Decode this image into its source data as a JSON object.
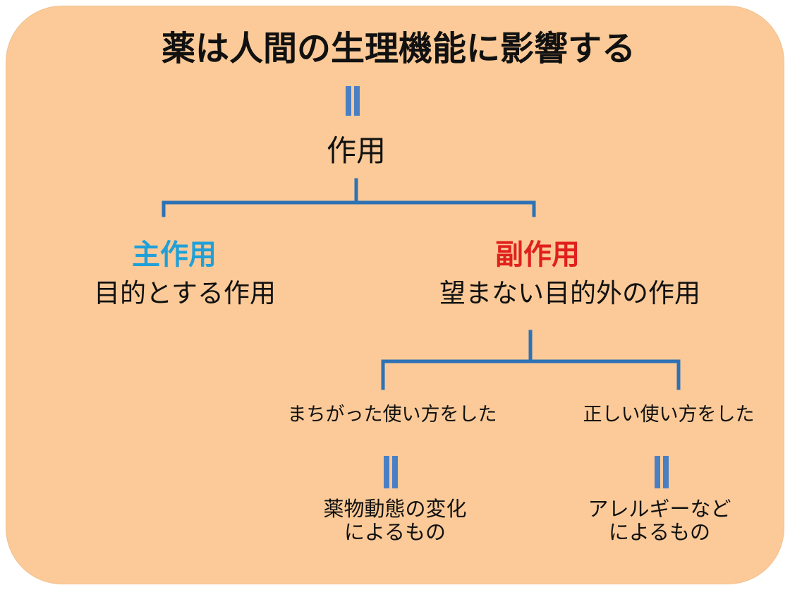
{
  "title": "薬は人間の生理機能に影響する",
  "action": "作用",
  "main_effect": {
    "label": "主作用",
    "desc": "目的とする作用",
    "color": "#1fa0d8"
  },
  "side_effect": {
    "label": "副作用",
    "desc": "望まない目的外の作用",
    "color": "#e0201c"
  },
  "branches": [
    {
      "condition": "まちがった使い方をした",
      "result_line1": "薬物動態の変化",
      "result_line2": "によるもの"
    },
    {
      "condition": "正しい使い方をした",
      "result_line1": "アレルギーなど",
      "result_line2": "によるもの"
    }
  ],
  "colors": {
    "background": "#fbca98",
    "connector": "#2e72b5",
    "equals": "#4a80c3"
  }
}
